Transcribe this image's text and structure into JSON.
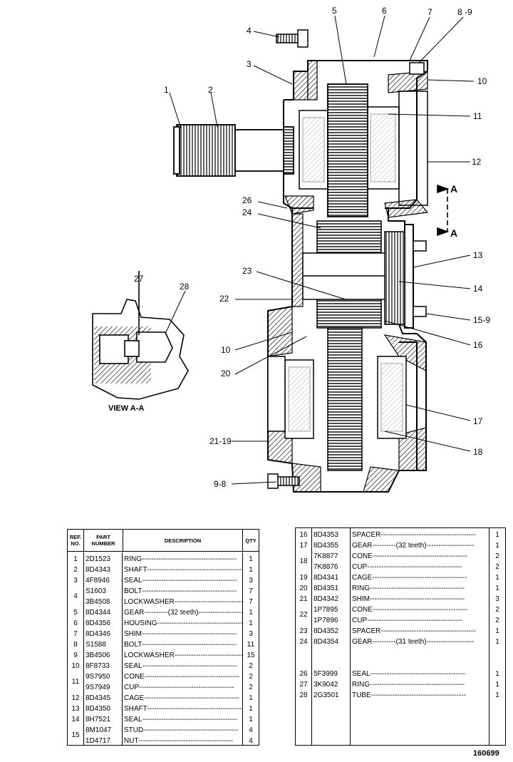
{
  "callouts": {
    "c1": "1",
    "c2": "2",
    "c3": "3",
    "c4": "4",
    "c5": "5",
    "c6": "6",
    "c7": "7",
    "c89": "8 -9",
    "c10a": "10",
    "c11": "11",
    "c12": "12",
    "c13": "13",
    "c14": "14",
    "c159": "15-9",
    "c16": "16",
    "c17": "17",
    "c18": "18",
    "c2119": "21-19",
    "c98": "9-8",
    "c10b": "10",
    "c20": "20",
    "c22": "22",
    "c23": "23",
    "c24": "24",
    "c26": "26",
    "c27": "27",
    "c28": "28",
    "sectionA1": "A",
    "sectionA2": "A"
  },
  "view_label": "VIEW A-A",
  "table_headers": {
    "ref": "REF. NO.",
    "part": "PART NUMBER",
    "desc": "DESCRIPTION",
    "qty": "QTY"
  },
  "left_rows": [
    {
      "ref": "1",
      "part": "2D1523",
      "desc": "RING",
      "qty": "1"
    },
    {
      "ref": "2",
      "part": "8D4343",
      "desc": "SHAFT",
      "qty": "1"
    },
    {
      "ref": "3",
      "part": "4F8946",
      "desc": "SEAL",
      "qty": "3"
    },
    {
      "ref": "",
      "part": "S1603",
      "desc": "BOLT",
      "qty": "7"
    },
    {
      "ref": "",
      "part": "3B4508",
      "desc": "LOCKWASHER",
      "qty": "7"
    },
    {
      "ref": "5",
      "part": "8D4344",
      "desc": "GEAR",
      "note": "(32 teeth)",
      "qty": "1"
    },
    {
      "ref": "6",
      "part": "8D4356",
      "desc": "HOUSING",
      "qty": "1"
    },
    {
      "ref": "7",
      "part": "8D4346",
      "desc": "SHIM",
      "qty": "3"
    },
    {
      "ref": "8",
      "part": "S1588",
      "desc": "BOLT",
      "qty": "11"
    },
    {
      "ref": "9",
      "part": "3B4506",
      "desc": "LOCKWASHER",
      "qty": "15"
    },
    {
      "ref": "10",
      "part": "8F8733",
      "desc": "SEAL",
      "qty": "2"
    },
    {
      "ref": "",
      "part": "9S7950",
      "desc": "CONE",
      "qty": "2"
    },
    {
      "ref": "",
      "part": "9S7949",
      "desc": "CUP",
      "qty": "2"
    },
    {
      "ref": "12",
      "part": "8D4345",
      "desc": "CAGE",
      "qty": "1"
    },
    {
      "ref": "13",
      "part": "8D4350",
      "desc": "SHAFT",
      "qty": "1"
    },
    {
      "ref": "14",
      "part": "8H7521",
      "desc": "SEAL",
      "qty": "1"
    },
    {
      "ref": "",
      "part": "8M1047",
      "desc": "STUD",
      "qty": "4"
    },
    {
      "ref": "",
      "part": "1D4717",
      "desc": "NUT",
      "qty": "4"
    }
  ],
  "left_merged": [
    {
      "ref": "4",
      "rows": [
        3,
        4
      ]
    },
    {
      "ref": "11",
      "rows": [
        11,
        12
      ]
    },
    {
      "ref": "15",
      "rows": [
        16,
        17
      ]
    }
  ],
  "right_rows": [
    {
      "ref": "16",
      "part": "8D4353",
      "desc": "SPACER",
      "qty": "1"
    },
    {
      "ref": "17",
      "part": "8D4355",
      "desc": "GEAR",
      "note": "(32 teeth)",
      "qty": "1"
    },
    {
      "ref": "",
      "part": "7K8877",
      "desc": "CONE",
      "qty": "2"
    },
    {
      "ref": "",
      "part": "7K8876",
      "desc": "CUP",
      "qty": "2"
    },
    {
      "ref": "19",
      "part": "8D4341",
      "desc": "CAGE",
      "qty": "1"
    },
    {
      "ref": "20",
      "part": "8D4351",
      "desc": "RING",
      "qty": "1"
    },
    {
      "ref": "21",
      "part": "8D4342",
      "desc": "SHIM",
      "qty": "3"
    },
    {
      "ref": "",
      "part": "1P7895",
      "desc": "CONE",
      "qty": "2"
    },
    {
      "ref": "",
      "part": "1P7896",
      "desc": "CUP",
      "qty": "2"
    },
    {
      "ref": "23",
      "part": "8D4352",
      "desc": "SPACER",
      "qty": "1"
    },
    {
      "ref": "24",
      "part": "8D4354",
      "desc": "GEAR",
      "note": "(31 teeth)",
      "qty": "1"
    },
    {
      "ref": "",
      "part": "",
      "desc": "",
      "qty": ""
    },
    {
      "ref": "",
      "part": "",
      "desc": "",
      "qty": ""
    },
    {
      "ref": "26",
      "part": "5F3999",
      "desc": "SEAL",
      "qty": "1"
    },
    {
      "ref": "27",
      "part": "3K9042",
      "desc": "RING",
      "qty": "1"
    },
    {
      "ref": "28",
      "part": "2G3501",
      "desc": "TUBE",
      "qty": "1"
    }
  ],
  "right_merged": [
    {
      "ref": "18",
      "rows": [
        2,
        3
      ]
    },
    {
      "ref": "22",
      "rows": [
        7,
        8
      ]
    }
  ],
  "figure_number": "160699"
}
